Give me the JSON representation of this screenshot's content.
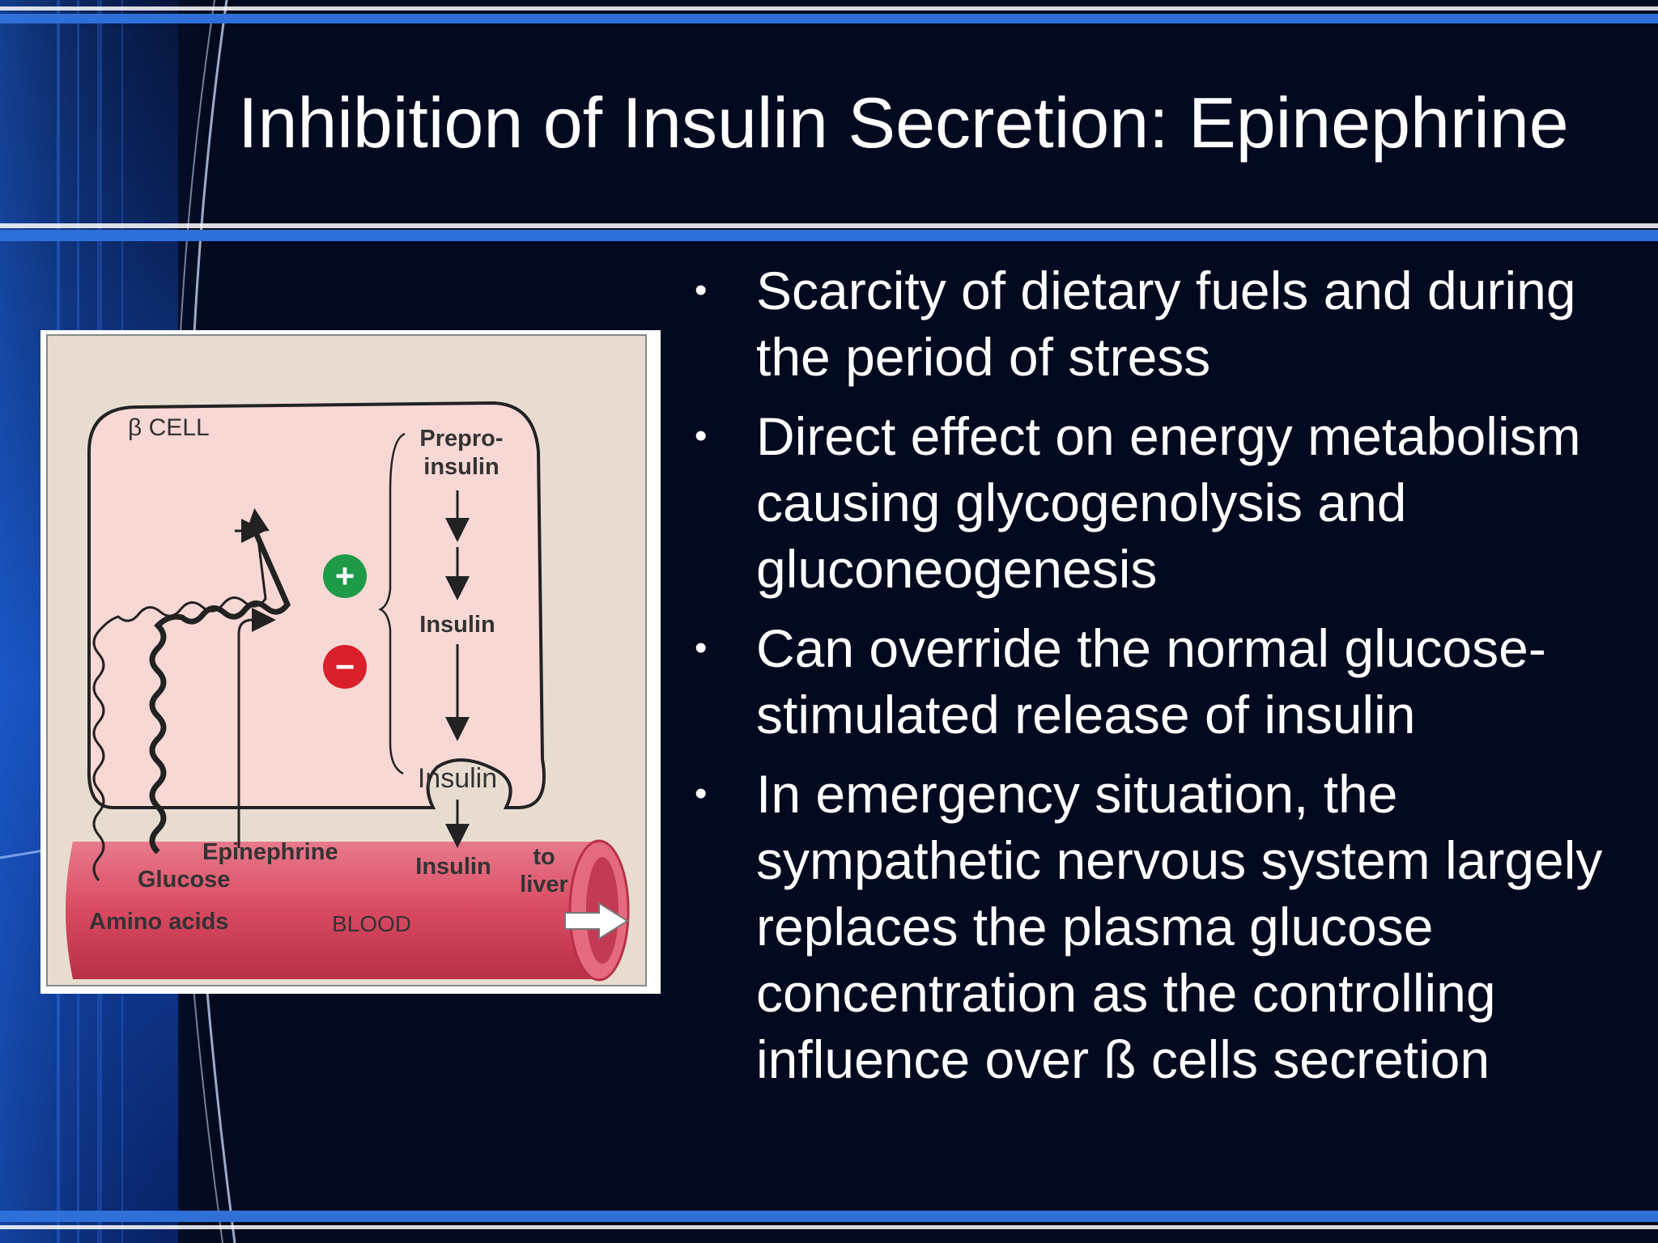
{
  "title": "Inhibition of Insulin Secretion: Epinephrine",
  "bullets": [
    "Scarcity of dietary fuels and during the period of stress",
    "Direct effect on energy metabolism causing glycogenolysis and gluconeogenesis",
    "Can override the normal glucose-stimulated release of insulin",
    "In emergency situation, the sympathetic nervous system largely replaces the plasma glucose concentration as the controlling influence over ß cells secretion"
  ],
  "bullet_symbol": "•",
  "diagram": {
    "cell_label": "β CELL",
    "preproinsulin_line1": "Prepro-",
    "preproinsulin_line2": "insulin",
    "insulin_mid": "Insulin",
    "insulin_granule": "Insulin",
    "insulin_blood": "Insulin",
    "epinephrine": "Epinephrine",
    "glucose": "Glucose",
    "amino_acids": "Amino acids",
    "blood": "BLOOD",
    "to_liver_line1": "to",
    "to_liver_line2": "liver",
    "plus_symbol": "+",
    "minus_symbol": "−"
  },
  "colors": {
    "background": "#030a1f",
    "accent_blue": "#2f6fd8",
    "cell_fill": "#f8d8d4",
    "panel_fill": "#e8dcd0",
    "vessel_red": "#d94a62",
    "stimulate_green": "#1e9a48",
    "inhibit_red": "#d81f2a"
  },
  "icons": [
    "stimulate-plus-icon",
    "inhibit-minus-icon",
    "arrow-icon"
  ]
}
